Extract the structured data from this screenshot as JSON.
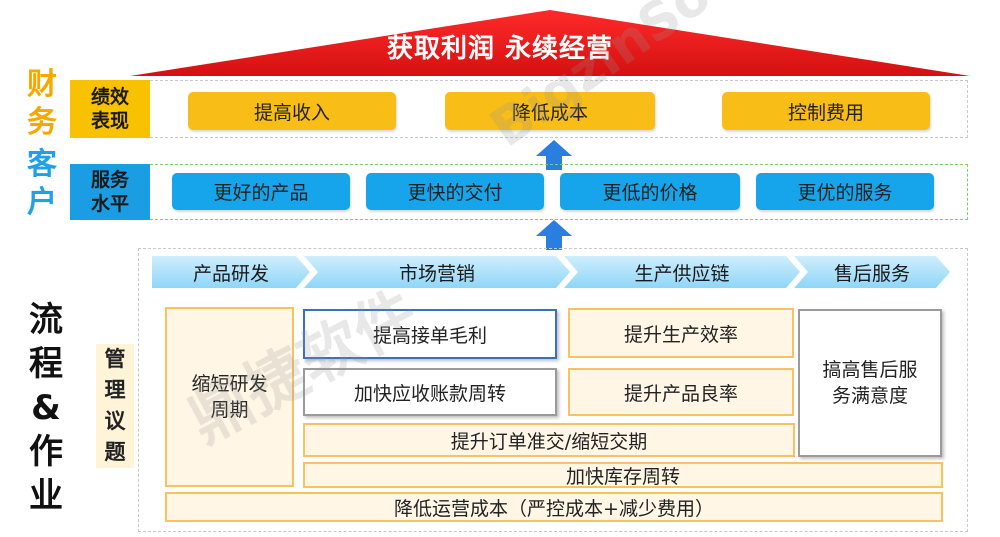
{
  "roof": {
    "title": "获取利润 永续经营",
    "color": "#e31818"
  },
  "left_labels": {
    "finance": [
      "财",
      "务"
    ],
    "customer": [
      "客",
      "户"
    ],
    "process": [
      "流",
      "程",
      "&",
      "作",
      "业"
    ]
  },
  "performance": {
    "tag": [
      "绩效",
      "表现"
    ],
    "items": [
      "提高收入",
      "降低成本",
      "控制费用"
    ]
  },
  "service": {
    "tag": [
      "服务",
      "水平"
    ],
    "items": [
      "更好的产品",
      "更快的交付",
      "更低的价格",
      "更优的服务"
    ]
  },
  "processes": [
    "产品研发",
    "市场营销",
    "生产供应链",
    "售后服务"
  ],
  "management": {
    "label": [
      "管",
      "理",
      "议",
      "题"
    ],
    "shorten_rd": [
      "缩短研发",
      "周期"
    ],
    "raise_margin": "提高接单毛利",
    "speed_receivables": "加快应收账款周转",
    "raise_efficiency": "提升生产效率",
    "raise_yield": "提升产品良率",
    "after_sales": [
      "搞高售后服",
      "务满意度"
    ],
    "order_delivery": "提升订单准交/缩短交期",
    "inventory": "加快库存周转",
    "reduce_cost": "降低运营成本（严控成本+减少费用）"
  },
  "watermarks": {
    "latin": "BigzinSoft",
    "cjk": "鼎捷软件"
  },
  "colors": {
    "accent_yellow": "#f8c200",
    "accent_blue": "#1a9de3",
    "roof_red": "#e31818",
    "chevron_blue": "#8fd6f8",
    "arrow_blue": "#2a7de1"
  }
}
